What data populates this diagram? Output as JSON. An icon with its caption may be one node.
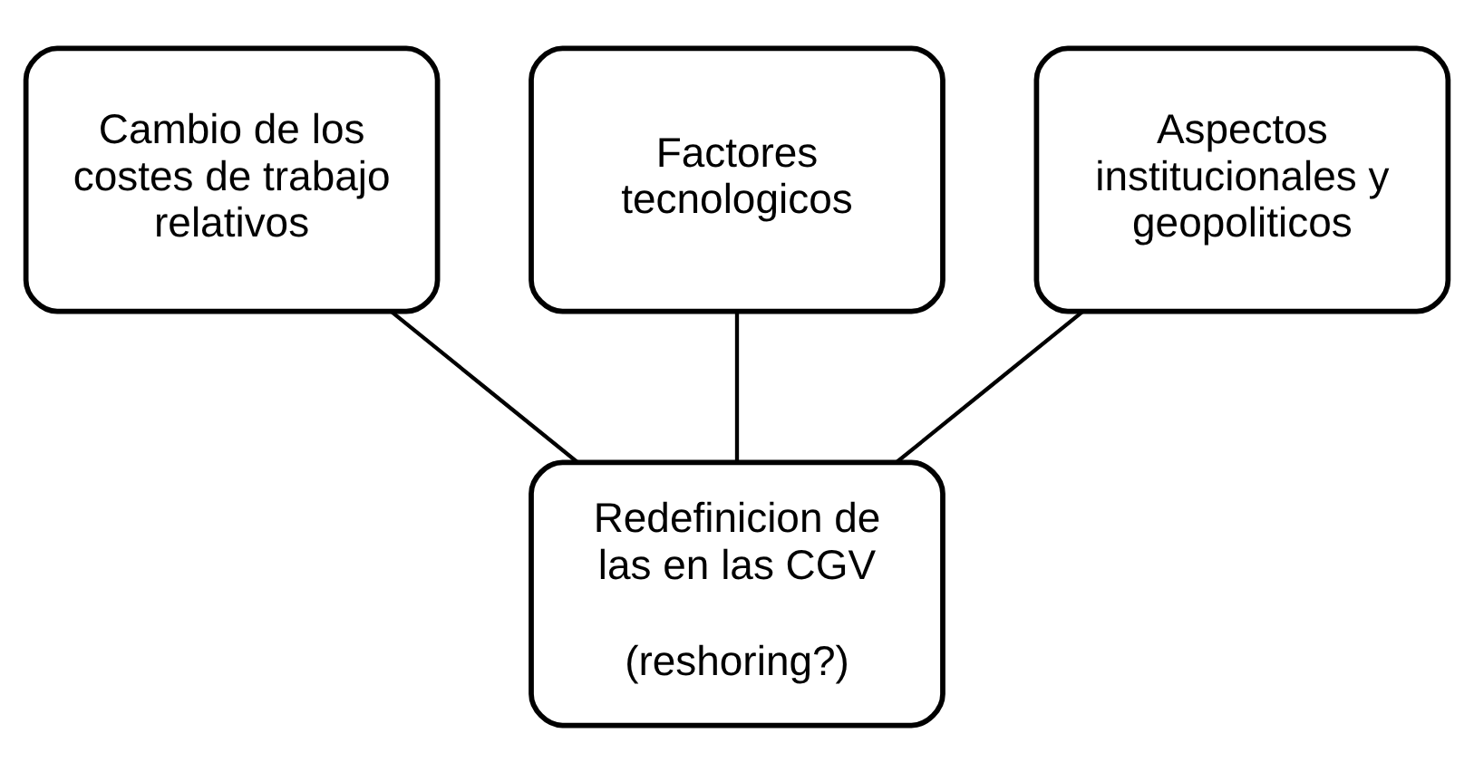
{
  "diagram": {
    "nodes": [
      {
        "text": [
          "Cambio de los costes de trabajo relativos"
        ]
      },
      {
        "text": [
          "Factores tecnologicos"
        ]
      },
      {
        "text": [
          "Aspectos institucionales y geopoliticos"
        ]
      },
      {
        "text": [
          "Redefinicion de las en las CGV",
          "(reshoring?)"
        ]
      }
    ],
    "edges": [
      {
        "from": 0,
        "to": 3,
        "arrow": "none"
      },
      {
        "from": 1,
        "to": 3,
        "arrow": "none"
      },
      {
        "from": 2,
        "to": 3,
        "arrow": "none"
      }
    ]
  }
}
